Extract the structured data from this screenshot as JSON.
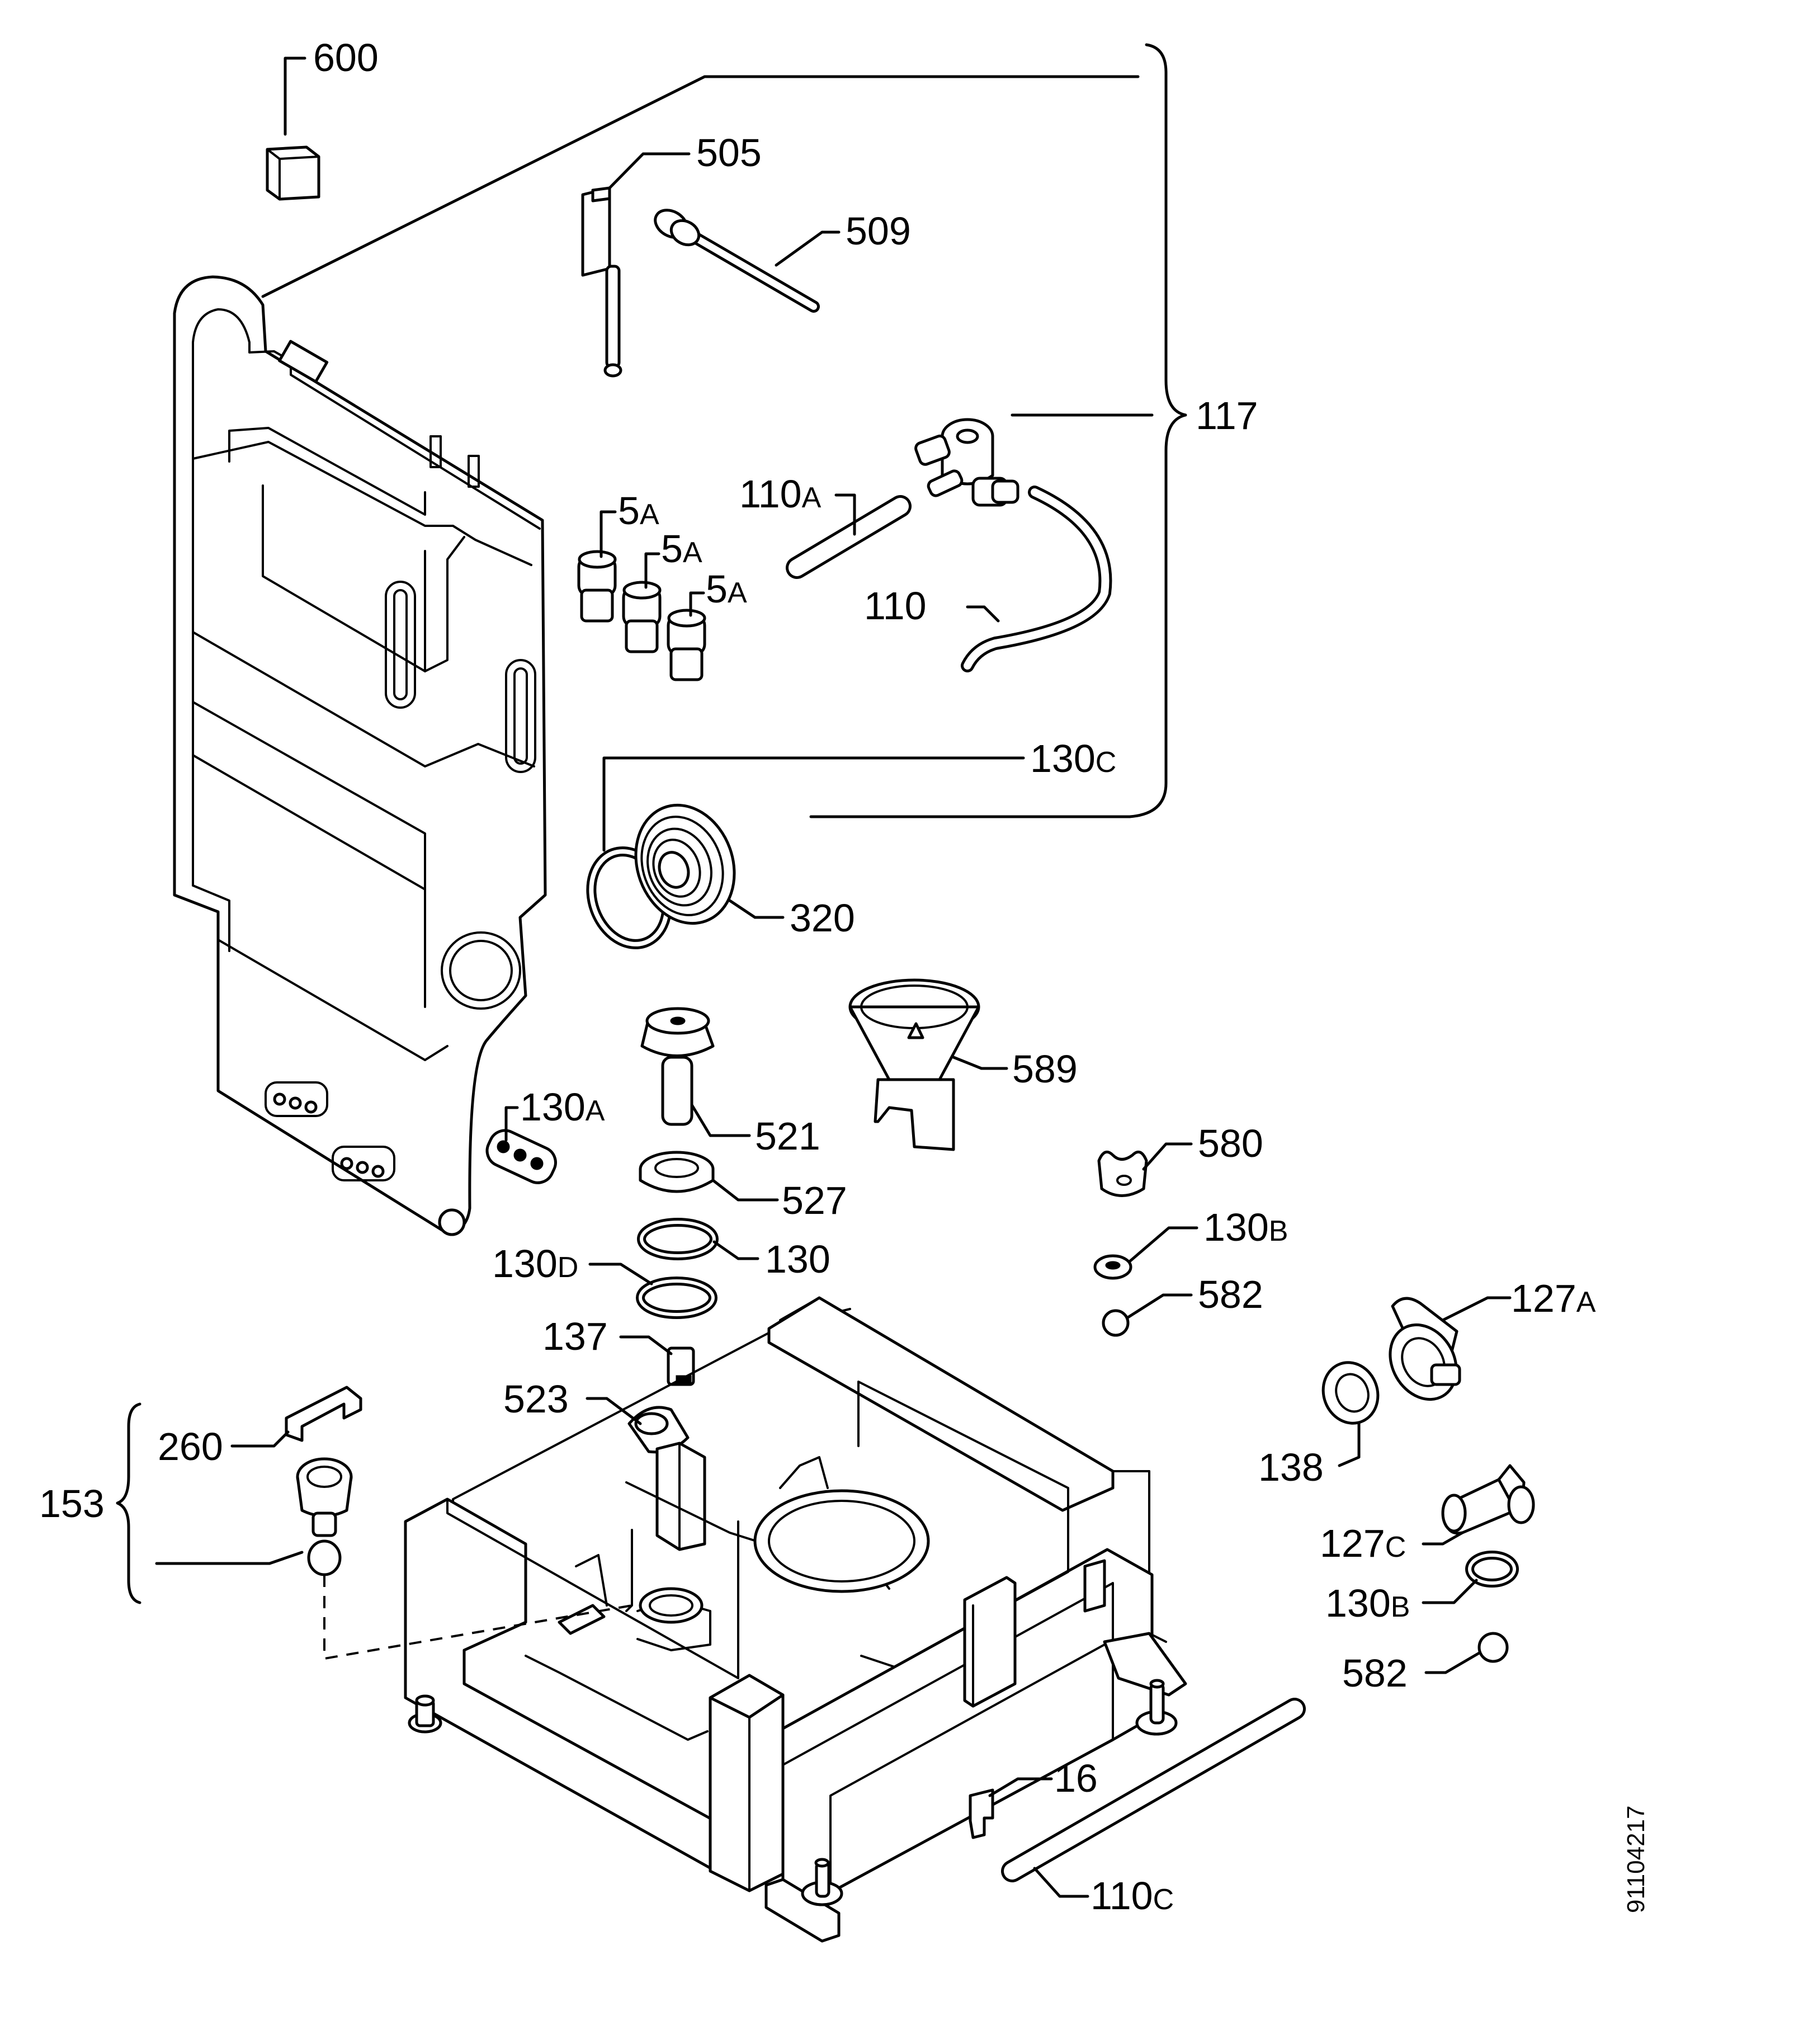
{
  "diagram": {
    "labels": {
      "l600": "600",
      "l505": "505",
      "l509": "509",
      "l117": "117",
      "l110A_num": "110",
      "l110A_suf": "A",
      "l5A1_num": "5",
      "l5A1_suf": "A",
      "l5A2_num": "5",
      "l5A2_suf": "A",
      "l5A3_num": "5",
      "l5A3_suf": "A",
      "l110": "110",
      "l130C_num": "130",
      "l130C_suf": "C",
      "l320": "320",
      "l589": "589",
      "l130A_num": "130",
      "l130A_suf": "A",
      "l521": "521",
      "l580": "580",
      "l527": "527",
      "l130B1_num": "130",
      "l130B1_suf": "B",
      "l130": "130",
      "l130D_num": "130",
      "l130D_suf": "D",
      "l582a": "582",
      "l127A_num": "127",
      "l127A_suf": "A",
      "l137": "137",
      "l523": "523",
      "l260": "260",
      "l138": "138",
      "l153": "153",
      "l127C_num": "127",
      "l127C_suf": "C",
      "l130B2_num": "130",
      "l130B2_suf": "B",
      "l582b": "582",
      "l16": "16",
      "l110C_num": "110",
      "l110C_suf": "C"
    },
    "drawing_code": "91104217"
  }
}
